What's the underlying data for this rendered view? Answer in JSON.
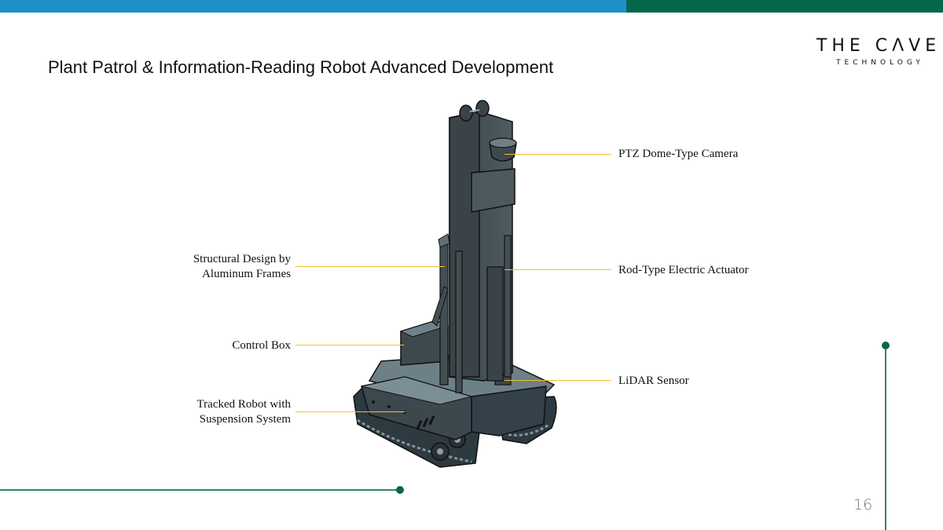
{
  "slide": {
    "title": "Plant Patrol & Information-Reading Robot Advanced Development",
    "page_number": "16"
  },
  "logo": {
    "main": "THE CΛVE",
    "sub": "TECHNOLOGY"
  },
  "callouts": {
    "left": [
      {
        "line1": "Structural Design by",
        "line2": "Aluminum Frames"
      },
      {
        "line1": "Control Box"
      },
      {
        "line1": "Tracked Robot with",
        "line2": "Suspension System"
      }
    ],
    "right": [
      {
        "line1": "PTZ Dome-Type Camera"
      },
      {
        "line1": "Rod-Type Electric Actuator"
      },
      {
        "line1": "LiDAR Sensor"
      }
    ]
  },
  "colors": {
    "top_bar_blue": "#2090c8",
    "top_bar_green": "#06674b",
    "leader_line": "#f2c033",
    "accent_line": "#2f8768",
    "robot_dark": "#3a4448",
    "robot_light": "#6d8088"
  },
  "illustration": {
    "icon": "robot-illustration-icon"
  }
}
